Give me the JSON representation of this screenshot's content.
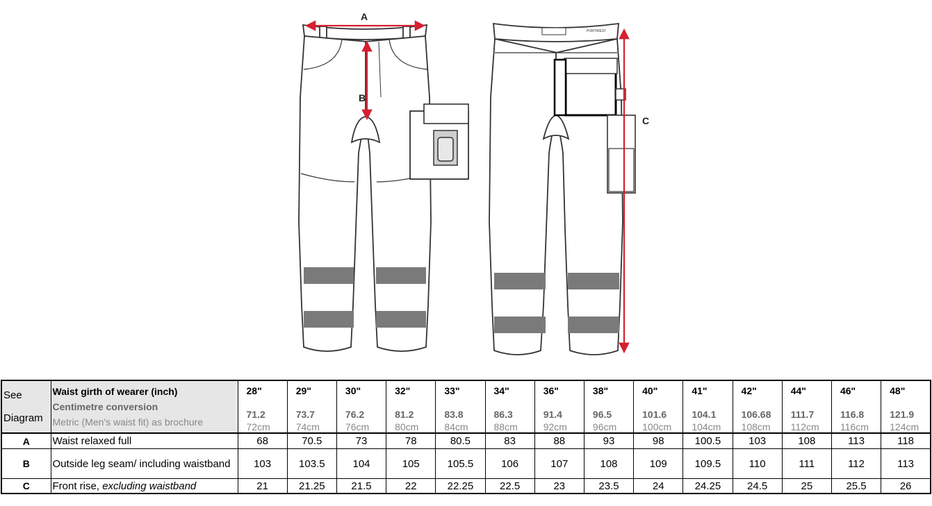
{
  "diagram": {
    "label_a": "A",
    "label_b": "B",
    "label_c": "C",
    "brand_text": "PORTWEST"
  },
  "header": {
    "see": "See",
    "diagram": "Diagram",
    "title": "Waist girth of wearer (inch)",
    "subtitle": "Centimetre conversion",
    "metric_note": "Metric (Men's waist fit) as brochure"
  },
  "sizes": [
    {
      "inch": "28\"",
      "cm": "71.2",
      "brochure": "72cm"
    },
    {
      "inch": "29\"",
      "cm": "73.7",
      "brochure": "74cm"
    },
    {
      "inch": "30\"",
      "cm": "76.2",
      "brochure": "76cm"
    },
    {
      "inch": "32\"",
      "cm": "81.2",
      "brochure": "80cm"
    },
    {
      "inch": "33\"",
      "cm": "83.8",
      "brochure": "84cm"
    },
    {
      "inch": "34\"",
      "cm": "86.3",
      "brochure": "88cm"
    },
    {
      "inch": "36\"",
      "cm": "91.4",
      "brochure": "92cm"
    },
    {
      "inch": "38\"",
      "cm": "96.5",
      "brochure": "96cm"
    },
    {
      "inch": "40\"",
      "cm": "101.6",
      "brochure": "100cm"
    },
    {
      "inch": "41\"",
      "cm": "104.1",
      "brochure": "104cm"
    },
    {
      "inch": "42\"",
      "cm": "106.68",
      "brochure": "108cm"
    },
    {
      "inch": "44\"",
      "cm": "111.7",
      "brochure": "112cm"
    },
    {
      "inch": "46\"",
      "cm": "116.8",
      "brochure": "116cm"
    },
    {
      "inch": "48\"",
      "cm": "121.9",
      "brochure": "124cm"
    }
  ],
  "rows": [
    {
      "code": "A",
      "label": "Waist relaxed full",
      "label_em": "",
      "values": [
        "68",
        "70.5",
        "73",
        "78",
        "80.5",
        "83",
        "88",
        "93",
        "98",
        "100.5",
        "103",
        "108",
        "113",
        "118"
      ]
    },
    {
      "code": "B",
      "label": "Outside leg seam/ including waistband",
      "label_em": "",
      "values": [
        "103",
        "103.5",
        "104",
        "105",
        "105.5",
        "106",
        "107",
        "108",
        "109",
        "109.5",
        "110",
        "111",
        "112",
        "113"
      ]
    },
    {
      "code": "C",
      "label": "Front rise, ",
      "label_em": "excluding waistband",
      "values": [
        "21",
        "21.25",
        "21.5",
        "22",
        "22.25",
        "22.5",
        "23",
        "23.5",
        "24",
        "24.25",
        "24.5",
        "25",
        "25.5",
        "26"
      ]
    }
  ],
  "colors": {
    "arrow": "#d42030",
    "band": "#7a7a7a",
    "header_bg": "#e6e6e6"
  }
}
